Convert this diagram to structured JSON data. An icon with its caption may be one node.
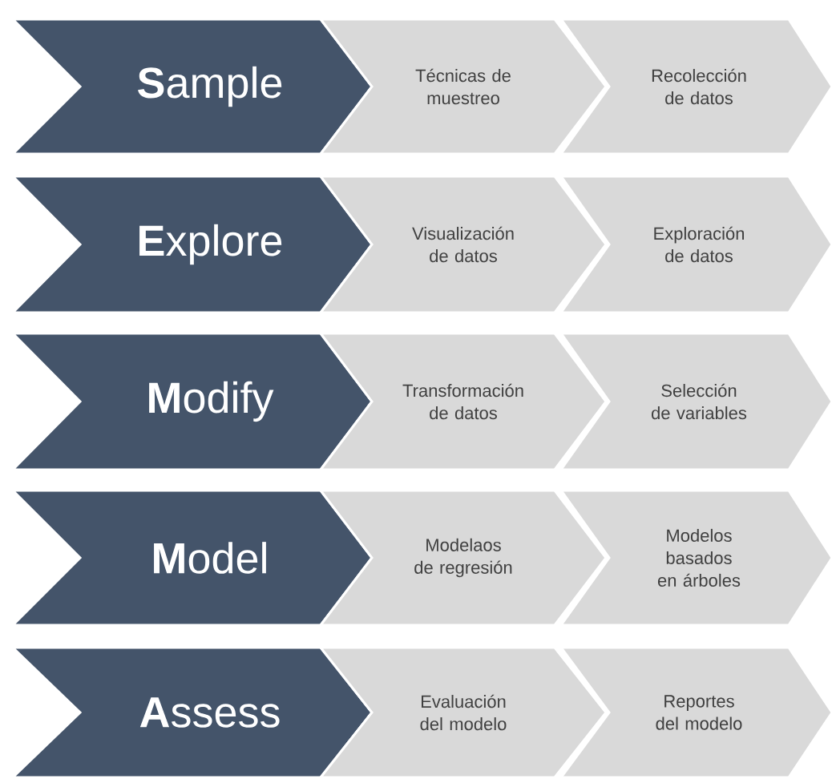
{
  "diagram": {
    "nodes": [
      {
        "text": [
          "**S**ample"
        ]
      },
      {
        "text": [
          "Técnicas de muestreo"
        ]
      },
      {
        "text": [
          "Recolección de datos"
        ]
      },
      {
        "text": [
          "**E**xplore"
        ]
      },
      {
        "text": [
          "Visualización de datos"
        ]
      },
      {
        "text": [
          "Exploración de datos"
        ]
      },
      {
        "text": [
          "**M**odify"
        ]
      },
      {
        "text": [
          "Transformación de datos"
        ]
      },
      {
        "text": [
          "Selección de variables"
        ]
      },
      {
        "text": [
          "**M**odel"
        ]
      },
      {
        "text": [
          "Modelaos de regresión"
        ]
      },
      {
        "text": [
          "Modelos basados en árboles"
        ]
      },
      {
        "text": [
          "**A**ssess"
        ]
      },
      {
        "text": [
          "Evaluación del modelo"
        ]
      },
      {
        "text": [
          "Reportes del modelo"
        ]
      }
    ]
  }
}
